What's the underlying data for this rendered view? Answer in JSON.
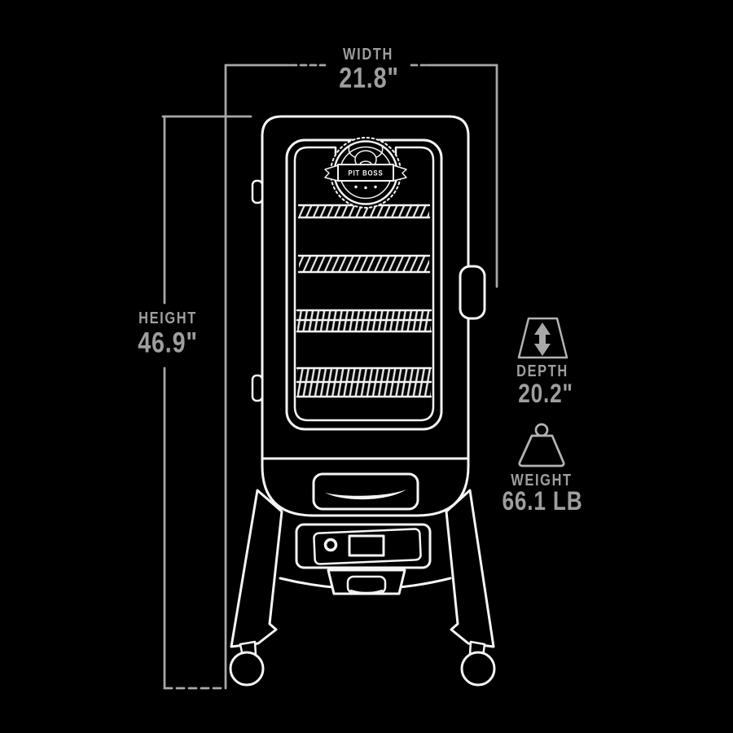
{
  "page": {
    "background": "#000000"
  },
  "diagram": {
    "type": "product-dimensions",
    "product": "vertical-smoker-line-art",
    "badge": {
      "brand": "PIT BOSS"
    },
    "racks_visible": 4,
    "dimensions": {
      "width": {
        "label": "WIDTH",
        "value": "21.8\""
      },
      "height": {
        "label": "HEIGHT",
        "value": "46.9\""
      },
      "depth": {
        "label": "DEPTH",
        "value": "20.2\""
      },
      "weight": {
        "label": "WEIGHT",
        "value": "66.1 LB"
      }
    },
    "colors": {
      "background": "#000000",
      "artwork_line": "#f5f5f5",
      "dimension_line": "#a8a8a8",
      "dimension_text": "#9e9e9e",
      "icon": "#b3b3b3"
    }
  }
}
